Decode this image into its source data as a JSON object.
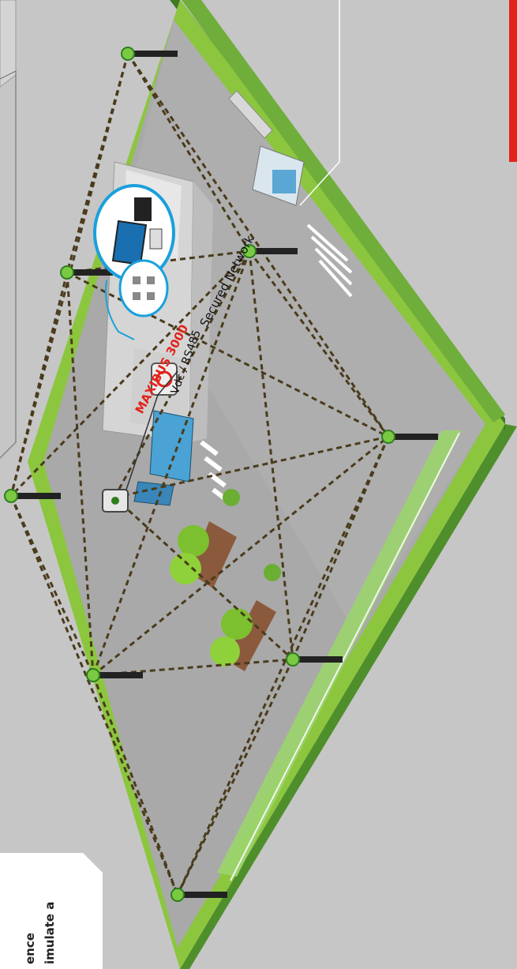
{
  "colors": {
    "background": "#c6c6c6",
    "ground": "#a9a9a9",
    "grass": "#8cc63f",
    "grass_dark": "#4f8f2b",
    "network_line": "#4a3b1c",
    "brand_red": "#e2231a",
    "callout_blue": "#1aa0dc"
  },
  "labels": {
    "secured_network": "Secured Network",
    "brand_name": "MAXIBUS 3000",
    "wire_label": "Vdc / RS485"
  },
  "text_fragments": {
    "fragment_line1": "imulate a",
    "fragment_line2": "ence"
  },
  "icons": {
    "sensor": "wireless-sensor-pole-icon",
    "computer": "workstation-icon",
    "network": "network-switch-icon",
    "controller": "control-unit-icon",
    "gateway": "wireless-gateway-icon",
    "tree": "tree-icon"
  }
}
